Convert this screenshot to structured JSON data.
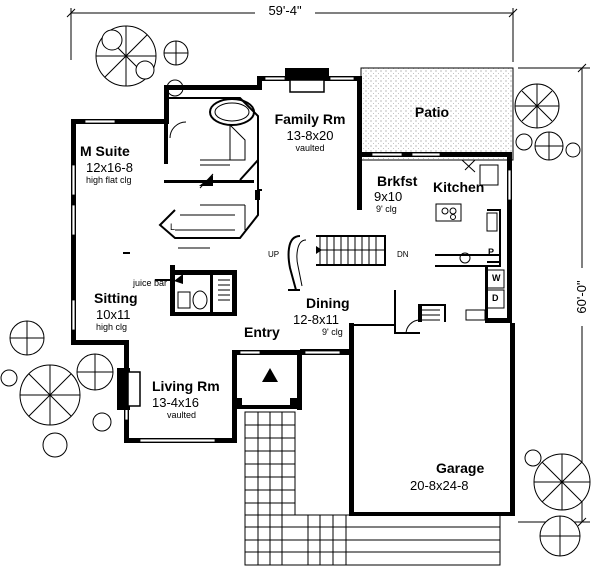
{
  "dimensions": {
    "width": "59'-4\"",
    "depth": "60'-0\""
  },
  "rooms": [
    {
      "id": "family",
      "name": "Family Rm",
      "size": "13-8x20",
      "note": "vaulted"
    },
    {
      "id": "msuite",
      "name": "M Suite",
      "size": "12x16-8",
      "note": "high flat clg"
    },
    {
      "id": "patio",
      "name": "Patio",
      "size": "",
      "note": ""
    },
    {
      "id": "brkfst",
      "name": "Brkfst",
      "size": "9x10",
      "note": "9' clg"
    },
    {
      "id": "kitchen",
      "name": "Kitchen",
      "size": "",
      "note": ""
    },
    {
      "id": "sitting",
      "name": "Sitting",
      "size": "10x11",
      "note": "high clg"
    },
    {
      "id": "dining",
      "name": "Dining",
      "size": "12-8x11",
      "note": "9' clg"
    },
    {
      "id": "entry",
      "name": "Entry",
      "size": "",
      "note": ""
    },
    {
      "id": "living",
      "name": "Living Rm",
      "size": "13-4x16",
      "note": "vaulted"
    },
    {
      "id": "garage",
      "name": "Garage",
      "size": "20-8x24-8",
      "note": ""
    }
  ],
  "annotations": {
    "juice_bar": "juice bar",
    "up": "UP",
    "dn": "DN",
    "w": "W",
    "d": "D",
    "p": "P",
    "l": "L"
  }
}
